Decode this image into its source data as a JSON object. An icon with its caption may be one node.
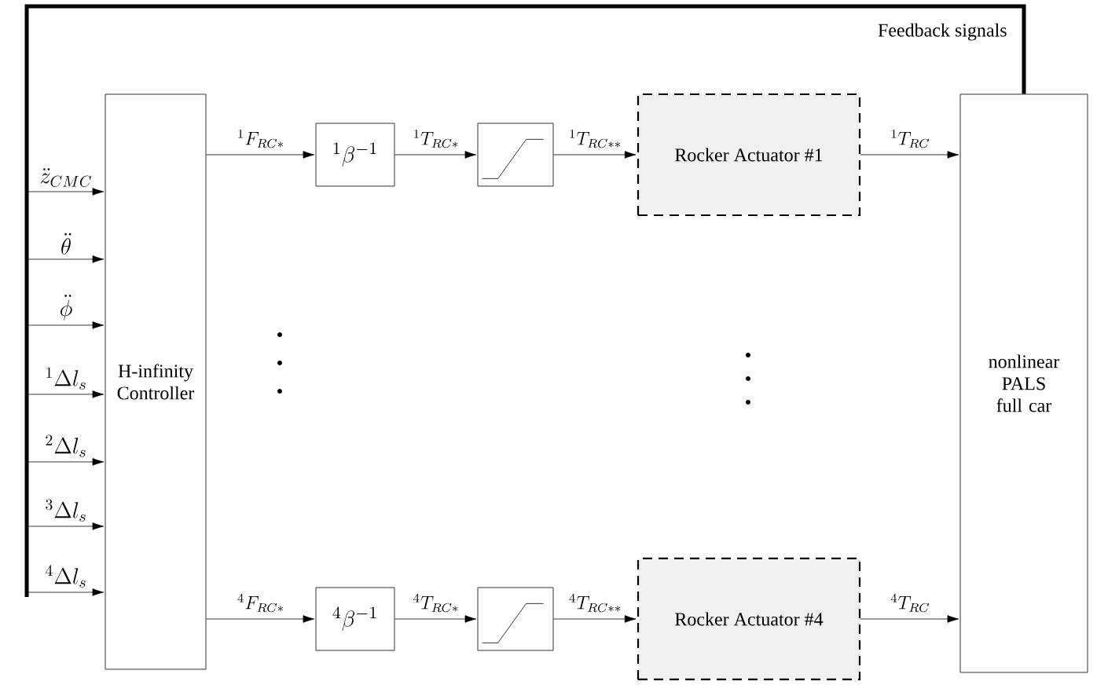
{
  "diagram": {
    "nodes": [
      {
        "text": [
          "H-infinity Controller"
        ]
      },
      {
        "text": [
          "^{1}\\beta^{-1}"
        ]
      },
      {
        "text": [],
        "shape": "box"
      },
      {
        "text": [
          "Rocker Actuator #1"
        ]
      },
      {
        "text": [
          "^{4}\\beta^{-1}"
        ]
      },
      {
        "text": [],
        "shape": "box"
      },
      {
        "text": [
          "Rocker Actuator #4"
        ]
      },
      {
        "text": [
          "nonlinear PALS full car"
        ]
      }
    ],
    "edges": [
      {
        "from": 0,
        "to": 1,
        "arrow": "to",
        "label": "{}^{1}F_{RC*}"
      },
      {
        "from": 1,
        "to": 2,
        "arrow": "to",
        "label": "{}^{1}T_{RC*}"
      },
      {
        "from": 2,
        "to": 3,
        "arrow": "to",
        "label": "{}^{1}T_{RC**}"
      },
      {
        "from": 3,
        "to": 7,
        "arrow": "to",
        "label": "{}^{1}T_{RC}"
      },
      {
        "from": 0,
        "to": 4,
        "arrow": "to",
        "label": "{}^{4}F_{RC*}"
      },
      {
        "from": 4,
        "to": 5,
        "arrow": "to",
        "label": "{}^{4}T_{RC*}"
      },
      {
        "from": 5,
        "to": 6,
        "arrow": "to",
        "label": "{}^{4}T_{RC**}"
      },
      {
        "from": 6,
        "to": 7,
        "arrow": "to",
        "label": "{}^{4}T_{RC}"
      },
      {
        "from": 7,
        "to": 0,
        "arrow": "to",
        "style": "thick"
      }
    ],
    "labels": [
      "Feedback signals",
      "\\ddot{z}_{CMC}",
      "\\ddot{\\theta}",
      "\\ddot{\\phi}",
      "{}^{1}\\Delta l_{s}",
      "{}^{2}\\Delta l_{s}",
      "{}^{3}\\Delta l_{s}",
      "{}^{4}\\Delta l_{s}"
    ]
  }
}
